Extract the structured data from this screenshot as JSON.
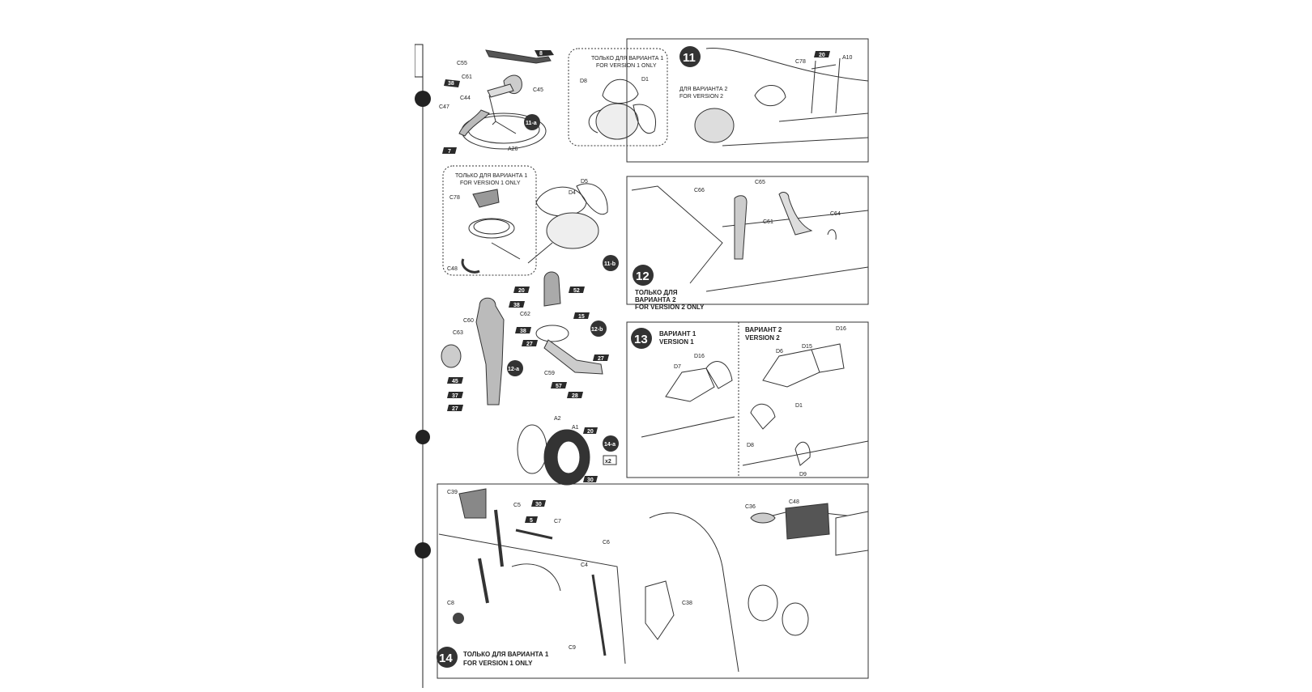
{
  "steps": {
    "s11": {
      "number": "11",
      "sub_a": "11-a",
      "sub_b": "11-b",
      "note_v1_ru": "ТОЛЬКО ДЛЯ ВАРИАНТА 1",
      "note_v1_en": "FOR VERSION 1 ONLY",
      "note_v2_ru": "ДЛЯ ВАРИАНТА 2",
      "note_v2_en": "FOR VERSION 2",
      "parts_a": [
        "C55",
        "C61",
        "C45",
        "C44",
        "C47",
        "A26"
      ],
      "parts_detail": [
        "D8",
        "D1"
      ],
      "parts_main": [
        "C78",
        "A10"
      ],
      "parts_b": [
        "D5",
        "D4",
        "C78",
        "C48"
      ],
      "paint": [
        "8",
        "38",
        "7",
        "20"
      ]
    },
    "s12": {
      "number": "12",
      "sub_a": "12-a",
      "sub_b": "12-b",
      "note_ru": "ТОЛЬКО ДЛЯ ВАРИАНТА 2",
      "note_ru_1": "ТОЛЬКО ДЛЯ",
      "note_ru_2": "ВАРИАНТА 2",
      "note_en": "FOR VERSION 2 ONLY",
      "parts": [
        "C66",
        "C65",
        "C61",
        "C64",
        "C60",
        "C63",
        "C62",
        "C59"
      ],
      "paint": [
        "20",
        "52",
        "38",
        "15",
        "38",
        "27",
        "45",
        "37",
        "27",
        "57",
        "28",
        "27"
      ]
    },
    "s13": {
      "number": "13",
      "v1_ru": "ВАРИАНТ 1",
      "v1_en": "VERSION 1",
      "v2_ru": "ВАРИАНТ 2",
      "v2_en": "VERSION 2",
      "parts": [
        "D7",
        "D16",
        "D6",
        "D15",
        "D16",
        "D1",
        "D8",
        "D9"
      ]
    },
    "s14": {
      "number": "14",
      "sub_a": "14-a",
      "multiplier": "x2",
      "note_ru": "ТОЛЬКО ДЛЯ ВАРИАНТА 1",
      "note_en": "FOR VERSION 1 ONLY",
      "parts": [
        "C39",
        "C5",
        "C7",
        "C6",
        "C4",
        "C8",
        "C9",
        "C38",
        "C36",
        "C48",
        "A2",
        "A1"
      ],
      "paint": [
        "30",
        "5",
        "20",
        "30"
      ]
    }
  },
  "colors": {
    "ink": "#222222",
    "badge": "#333333",
    "paint_tag": "#2a2a2a",
    "page": "#ffffff"
  }
}
